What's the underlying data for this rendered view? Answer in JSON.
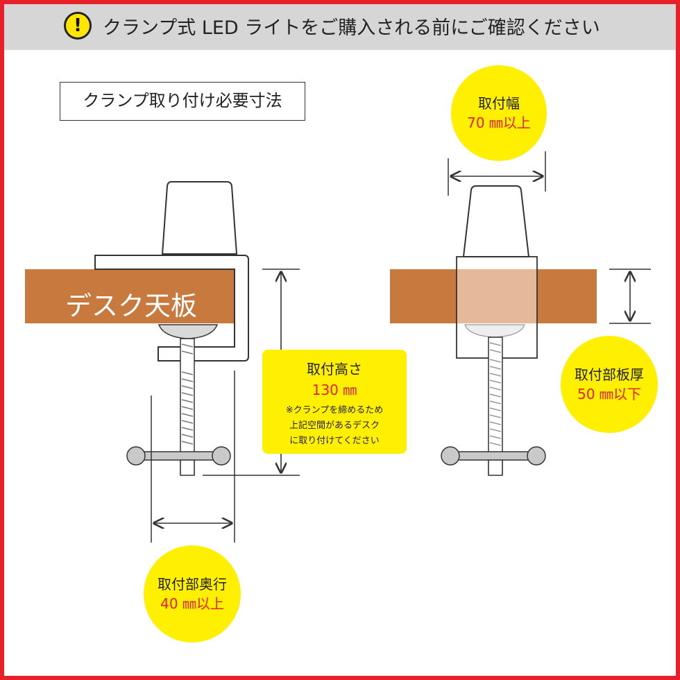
{
  "banner": {
    "icon": "exclamation-icon",
    "icon_glyph": "!",
    "text": "クランプ式 LED ライトをご購入される前にご確認ください"
  },
  "section_title": "クランプ取り付け必要寸法",
  "desk_label": "デスク天板",
  "dimensions": {
    "width": {
      "title": "取付幅",
      "value": "70 ㎜以上"
    },
    "height": {
      "title": "取付高さ",
      "value": "130 ㎜",
      "note": [
        "※クランプを締めるため",
        "上記空間があるデスク",
        "に取り付けてください"
      ]
    },
    "depth": {
      "title": "取付部奥行",
      "value": "40 ㎜以上"
    },
    "thickness": {
      "title": "取付部板厚",
      "value": "50 ㎜以下"
    }
  },
  "colors": {
    "frame_border": "#e8202a",
    "banner_bg": "#d6d6d6",
    "desk": "#c87a3e",
    "label_yellow": "#ffef00",
    "value_red": "#e8202a",
    "line": "#333333"
  }
}
